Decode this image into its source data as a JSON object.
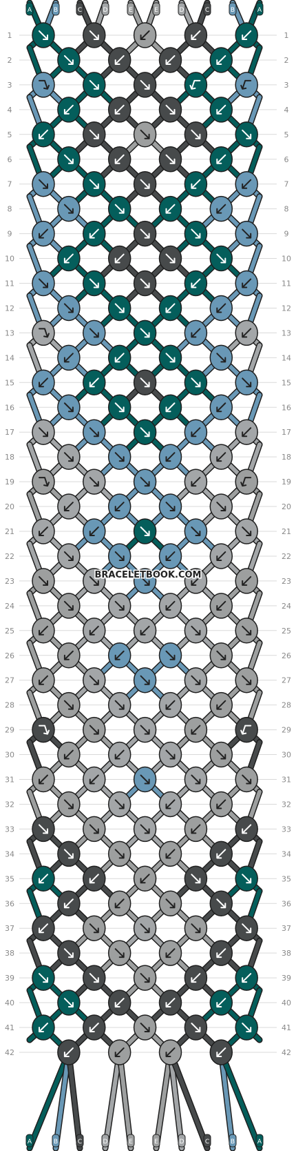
{
  "colors": {
    "A": "#045e5b",
    "B": "#6998b6",
    "C": "#474a4b",
    "D": "#a3a6a8",
    "E": "#9d9f9f",
    "outline": "#1f1f1f",
    "rowline": "#d9d9d9",
    "arrow": "#ffffff"
  },
  "strand_labels": [
    "A",
    "B",
    "C",
    "D",
    "E",
    "E",
    "D",
    "C",
    "B",
    "A"
  ],
  "watermark": "BRACELETBOOK.COM",
  "row_count": 42,
  "knots": [
    [
      "A",
      "C",
      "E",
      "C",
      "A"
    ],
    [
      "A",
      "C",
      "C",
      "A"
    ],
    [
      "B",
      "A",
      "C",
      "A",
      "B"
    ],
    [
      "A",
      "C",
      "C",
      "A"
    ],
    [
      "A",
      "C",
      "E",
      "C",
      "A"
    ],
    [
      "A",
      "C",
      "C",
      "A"
    ],
    [
      "B",
      "A",
      "C",
      "A",
      "B"
    ],
    [
      "B",
      "A",
      "A",
      "B"
    ],
    [
      "B",
      "A",
      "C",
      "A",
      "B"
    ],
    [
      "A",
      "C",
      "C",
      "A"
    ],
    [
      "B",
      "A",
      "C",
      "A",
      "B"
    ],
    [
      "B",
      "A",
      "A",
      "B"
    ],
    [
      "D",
      "B",
      "A",
      "B",
      "D"
    ],
    [
      "B",
      "A",
      "A",
      "B"
    ],
    [
      "B",
      "A",
      "C",
      "A",
      "B"
    ],
    [
      "B",
      "A",
      "A",
      "B"
    ],
    [
      "D",
      "B",
      "A",
      "B",
      "D"
    ],
    [
      "D",
      "B",
      "B",
      "D"
    ],
    [
      "E",
      "D",
      "B",
      "D",
      "E"
    ],
    [
      "D",
      "B",
      "B",
      "D"
    ],
    [
      "D",
      "B",
      "A",
      "B",
      "D"
    ],
    [
      "D",
      "B",
      "B",
      "D"
    ],
    [
      "E",
      "D",
      "B",
      "D",
      "E"
    ],
    [
      "E",
      "D",
      "D",
      "E"
    ],
    [
      "E",
      "D",
      "D",
      "D",
      "E"
    ],
    [
      "E",
      "B",
      "B",
      "E"
    ],
    [
      "E",
      "D",
      "B",
      "D",
      "E"
    ],
    [
      "E",
      "D",
      "D",
      "E"
    ],
    [
      "C",
      "E",
      "D",
      "E",
      "C"
    ],
    [
      "E",
      "D",
      "D",
      "E"
    ],
    [
      "E",
      "D",
      "B",
      "D",
      "E"
    ],
    [
      "E",
      "D",
      "D",
      "E"
    ],
    [
      "C",
      "E",
      "D",
      "E",
      "C"
    ],
    [
      "C",
      "E",
      "E",
      "C"
    ],
    [
      "A",
      "C",
      "E",
      "C",
      "A"
    ],
    [
      "C",
      "E",
      "E",
      "C"
    ],
    [
      "C",
      "E",
      "D",
      "E",
      "C"
    ],
    [
      "C",
      "E",
      "E",
      "C"
    ],
    [
      "A",
      "C",
      "E",
      "C",
      "A"
    ],
    [
      "A",
      "C",
      "C",
      "A"
    ],
    [
      "A",
      "C",
      "E",
      "C",
      "A"
    ],
    [
      "C",
      "E",
      "E",
      "C"
    ]
  ],
  "arrows": [
    [
      "dr",
      "dr",
      "dl",
      "dl",
      "dl"
    ],
    [
      "dr",
      "dl",
      "dl",
      "dl"
    ],
    [
      "rd",
      "dr",
      "dr",
      "ld",
      "ld"
    ],
    [
      "dl",
      "dl",
      "dr",
      "dl"
    ],
    [
      "dl",
      "dr",
      "dr",
      "dr",
      "dr"
    ],
    [
      "dr",
      "dl",
      "dr",
      "dl"
    ],
    [
      "dr",
      "dr",
      "dr",
      "dl",
      "dl"
    ],
    [
      "dr",
      "dr",
      "dl",
      "dl"
    ],
    [
      "dl",
      "dl",
      "dr",
      "dr",
      "dr"
    ],
    [
      "dl",
      "dl",
      "dr",
      "dr"
    ],
    [
      "dr",
      "dr",
      "dr",
      "dl",
      "dl"
    ],
    [
      "dr",
      "dr",
      "dl",
      "dl"
    ],
    [
      "rd",
      "dr",
      "dr",
      "dl",
      "dl"
    ],
    [
      "dl",
      "dl",
      "dr",
      "dr"
    ],
    [
      "dl",
      "dl",
      "dr",
      "dr",
      "dr"
    ],
    [
      "dr",
      "dr",
      "dl",
      "dl"
    ],
    [
      "dr",
      "dr",
      "dr",
      "dl",
      "dl"
    ],
    [
      "dr",
      "dr",
      "dl",
      "dl"
    ],
    [
      "rd",
      "dr",
      "dr",
      "dl",
      "ld"
    ],
    [
      "dl",
      "dl",
      "dr",
      "dr"
    ],
    [
      "dl",
      "dl",
      "dr",
      "dr",
      "dr"
    ],
    [
      "dr",
      "dr",
      "dl",
      "dl"
    ],
    [
      "dr",
      "dr",
      "dr",
      "dl",
      "dl"
    ],
    [
      "dr",
      "dr",
      "dl",
      "dl"
    ],
    [
      "dl",
      "dl",
      "dl",
      "dr",
      "dr"
    ],
    [
      "dl",
      "dl",
      "dr",
      "dr"
    ],
    [
      "dl",
      "dr",
      "dr",
      "dr",
      "dr"
    ],
    [
      "dr",
      "dr",
      "dl",
      "dl"
    ],
    [
      "rd",
      "dr",
      "dr",
      "dl",
      "ld"
    ],
    [
      "dl",
      "dl",
      "dr",
      "dr"
    ],
    [
      "dl",
      "dl",
      "dr",
      "dr",
      "dr"
    ],
    [
      "dr",
      "dr",
      "dl",
      "dl"
    ],
    [
      "dr",
      "dr",
      "dr",
      "dl",
      "dl"
    ],
    [
      "dr",
      "dr",
      "dl",
      "dl"
    ],
    [
      "dl",
      "dl",
      "dl",
      "dr",
      "dr"
    ],
    [
      "dl",
      "dl",
      "dr",
      "dr"
    ],
    [
      "dl",
      "dr",
      "dr",
      "dr",
      "dr"
    ],
    [
      "dr",
      "dr",
      "dl",
      "dl"
    ],
    [
      "dr",
      "dr",
      "dr",
      "dl",
      "dl"
    ],
    [
      "dr",
      "dl",
      "dl",
      "dl"
    ],
    [
      "dl",
      "dl",
      "dr",
      "dr",
      "dr"
    ],
    [
      "dl",
      "dl",
      "dl",
      "dl"
    ]
  ]
}
